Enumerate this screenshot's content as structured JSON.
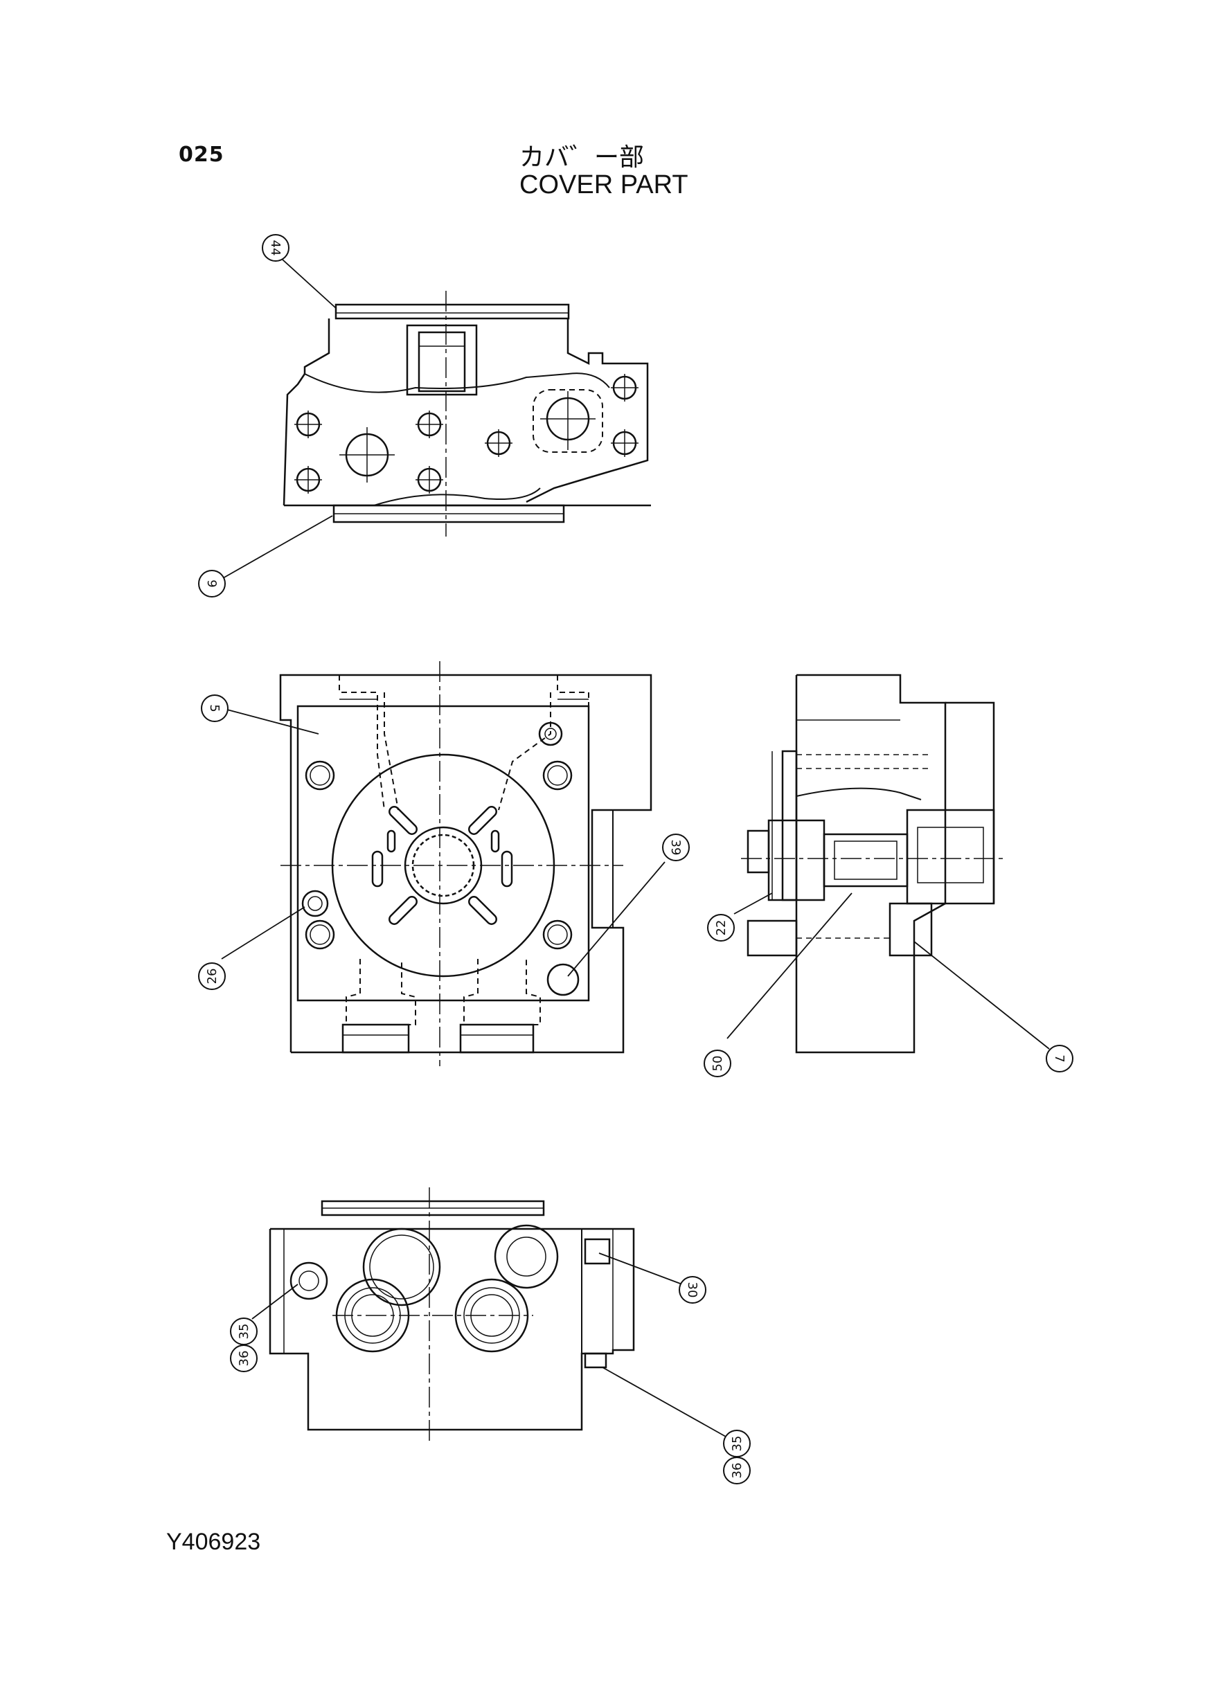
{
  "header": {
    "page_number": "025",
    "title_japanese": "カバ゛ー部",
    "title_english": "COVER PART"
  },
  "footer": {
    "drawing_code": "Y406923"
  },
  "callouts": {
    "c44": "44",
    "c9": "9",
    "c5": "5",
    "c26": "26",
    "c39": "39",
    "c22": "22",
    "c50": "50",
    "c7": "7",
    "c30": "30",
    "c35a": "35",
    "c36a": "36",
    "c35b": "35",
    "c36b": "36"
  }
}
